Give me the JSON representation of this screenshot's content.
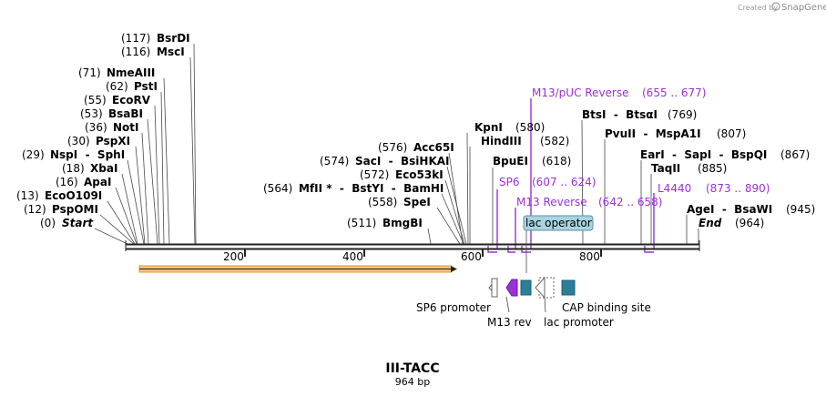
{
  "credit": {
    "prefix": "Created by",
    "brand": "SnapGene"
  },
  "title": "III-TACC",
  "length": "964 bp",
  "ticks": [
    "200",
    "400",
    "600",
    "800"
  ],
  "sites": [
    {
      "pos": "(117)",
      "name": "BsrDI"
    },
    {
      "pos": "(116)",
      "name": "MscI"
    },
    {
      "pos": "(71)",
      "name": "NmeAIII"
    },
    {
      "pos": "(62)",
      "name": "PstI"
    },
    {
      "pos": "(55)",
      "name": "EcoRV"
    },
    {
      "pos": "(53)",
      "name": "BsaBI"
    },
    {
      "pos": "(36)",
      "name": "NotI"
    },
    {
      "pos": "(30)",
      "name": "PspXI"
    },
    {
      "pos": "(29)",
      "name": "NspI  -  SphI"
    },
    {
      "pos": "(18)",
      "name": "XbaI"
    },
    {
      "pos": "(16)",
      "name": "ApaI"
    },
    {
      "pos": "(13)",
      "name": "EcoO109I"
    },
    {
      "pos": "(12)",
      "name": "PspOMI"
    },
    {
      "pos": "(0)",
      "name": "Start"
    },
    {
      "pos": "(576)",
      "name": "Acc65I"
    },
    {
      "pos": "(574)",
      "name": "SacI  -  BsiHKAI"
    },
    {
      "pos": "(572)",
      "name": "Eco53kI"
    },
    {
      "pos": "(564)",
      "name": "MfII *  -  BstYI  -  BamHI"
    },
    {
      "pos": "(558)",
      "name": "SpeI"
    },
    {
      "pos": "(511)",
      "name": "BmgBI"
    },
    {
      "pos": "(580)",
      "name": "KpnI"
    },
    {
      "pos": "(582)",
      "name": "HindIII"
    },
    {
      "pos": "(618)",
      "name": "BpuEI"
    },
    {
      "pos": "(769)",
      "name": "BtsI  -  BtsαI"
    },
    {
      "pos": "(807)",
      "name": "PvuII  -  MspA1I"
    },
    {
      "pos": "(867)",
      "name": "EarI  -  SapI  -  BspQI"
    },
    {
      "pos": "(885)",
      "name": "TaqII"
    },
    {
      "pos": "(945)",
      "name": "AgeI  -  BsaWI"
    },
    {
      "pos": "(964)",
      "name": "End"
    }
  ],
  "primers": [
    {
      "name": "M13/pUC Reverse",
      "range": "(655 .. 677)"
    },
    {
      "name": "SP6",
      "range": "(607 .. 624)"
    },
    {
      "name": "M13 Reverse",
      "range": "(642 .. 658)"
    },
    {
      "name": "L4440",
      "range": "(873 .. 890)"
    }
  ],
  "features": {
    "lac_operator": "lac operator",
    "sp6_promoter": "SP6 promoter",
    "m13_rev": "M13 rev",
    "lac_promoter": "lac promoter",
    "cap_site": "CAP binding site"
  },
  "colors": {
    "primer": "#9b30d8",
    "orf_fill": "#f6c17a",
    "orf_stroke": "#e39b2e",
    "feature_teal": "#2a7f98",
    "operator_fill": "#a8d4e2"
  }
}
